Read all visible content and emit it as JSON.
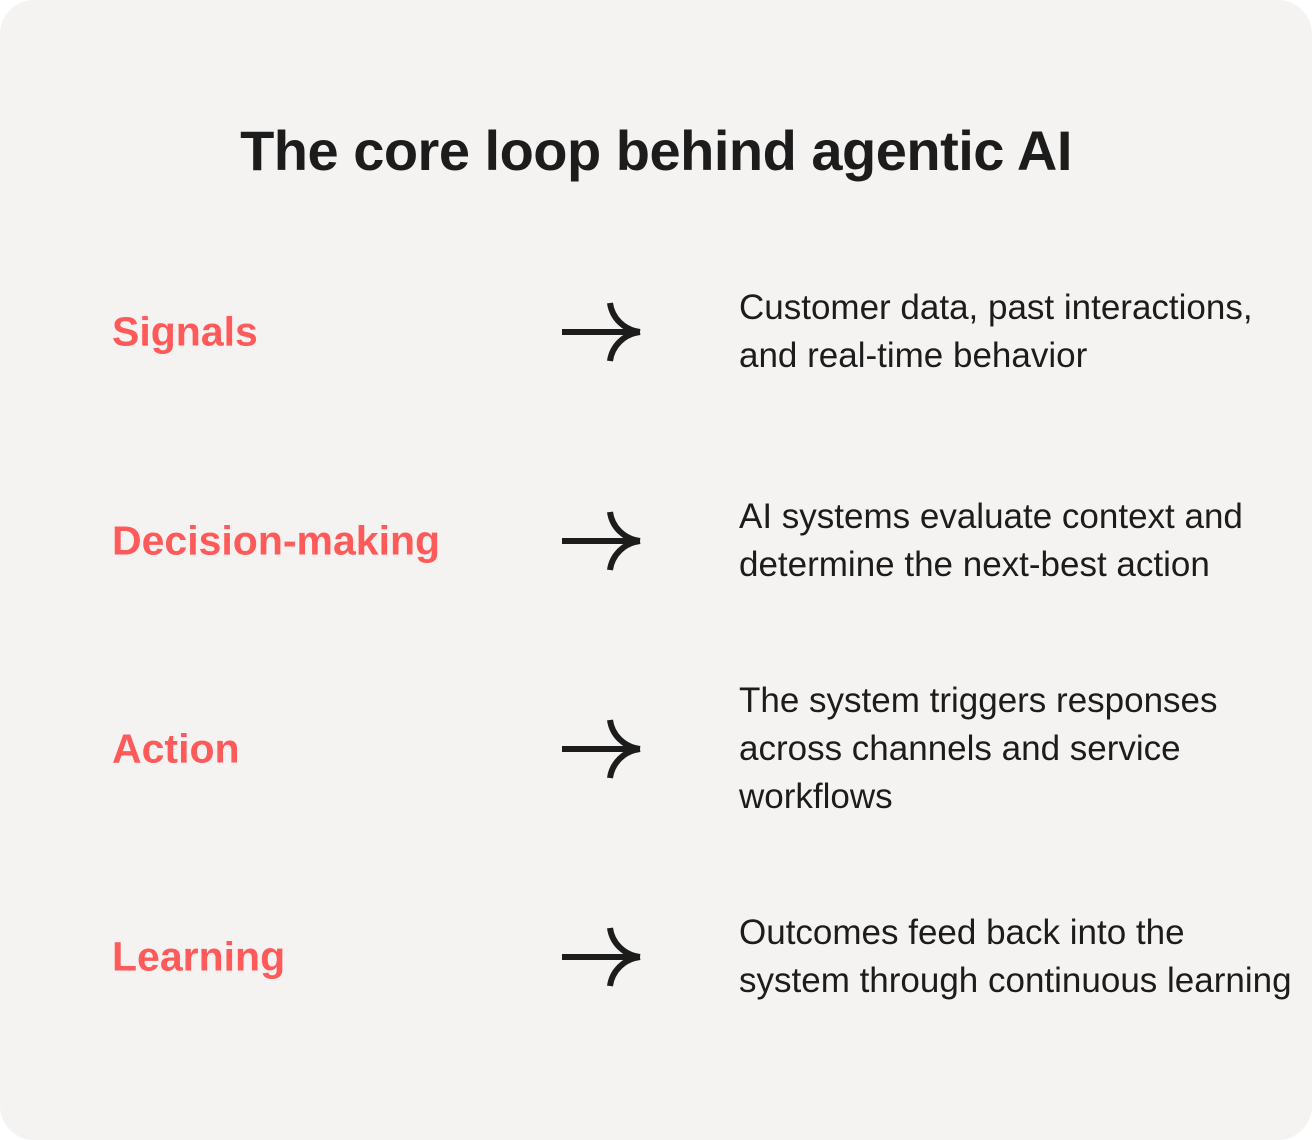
{
  "title": "The core loop behind agentic AI",
  "colors": {
    "background": "#f5f3f1",
    "accent": "#ff5a5a",
    "text": "#1c1c1c"
  },
  "rows": [
    {
      "label": "Signals",
      "icon": "arrow-right-icon",
      "description": "Customer data, past interactions, and real-time behavior"
    },
    {
      "label": "Decision-making",
      "icon": "arrow-right-icon",
      "description": "AI systems evaluate context and determine the next-best action"
    },
    {
      "label": "Action",
      "icon": "arrow-right-icon",
      "description": "The system triggers responses across channels and service workflows"
    },
    {
      "label": "Learning",
      "icon": "arrow-right-icon",
      "description": "Outcomes feed back into the system through continuous learning"
    }
  ]
}
